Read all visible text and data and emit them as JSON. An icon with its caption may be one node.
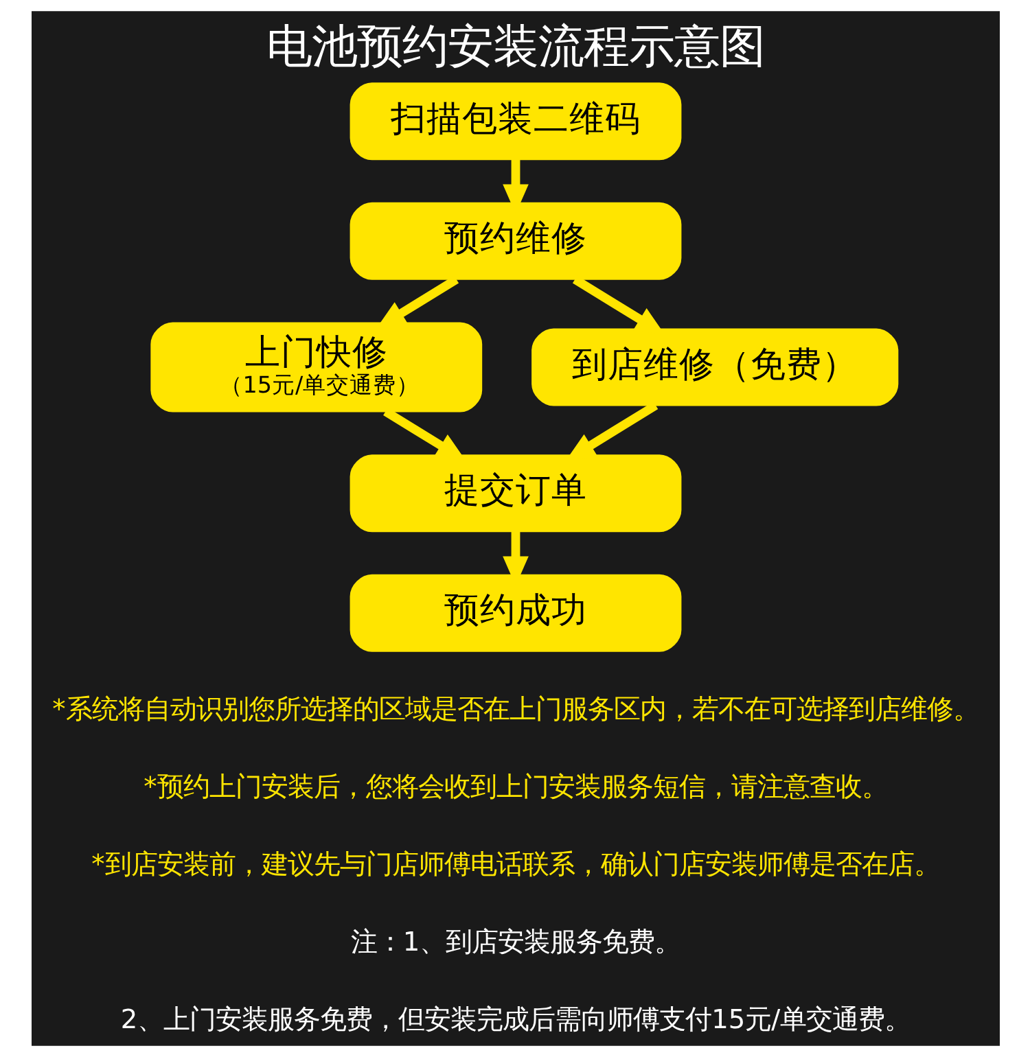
{
  "diagram": {
    "title": "电池预约安装流程示意图",
    "nodes": [
      {
        "text": [
          "扫描包装二维码"
        ]
      },
      {
        "text": [
          "预约维修"
        ]
      },
      {
        "text": [
          "上门快修",
          "（15元/单交通费）"
        ]
      },
      {
        "text": [
          "到店维修（免费）"
        ]
      },
      {
        "text": [
          "提交订单"
        ]
      },
      {
        "text": [
          "预约成功"
        ]
      }
    ],
    "edges": [
      {
        "from": 0,
        "to": 1,
        "arrow": "to"
      },
      {
        "from": 1,
        "to": 2,
        "arrow": "to"
      },
      {
        "from": 1,
        "to": 3,
        "arrow": "to"
      },
      {
        "from": 2,
        "to": 4,
        "arrow": "to"
      },
      {
        "from": 3,
        "to": 4,
        "arrow": "to"
      },
      {
        "from": 4,
        "to": 5,
        "arrow": "to"
      }
    ],
    "labels": [
      "*系统将自动识别您所选择的区域是否在上门服务区内，若不在可选择到店维修。",
      "*预约上门安装后，您将会收到上门安装服务短信，请注意查收。",
      "*到店安装前，建议先与门店师傅电话联系，确认门店安装师傅是否在店。",
      "注：1、到店安装服务免费。",
      "2、上门安装服务免费，但安装完成后需向师傅支付15元/单交通费。"
    ]
  }
}
